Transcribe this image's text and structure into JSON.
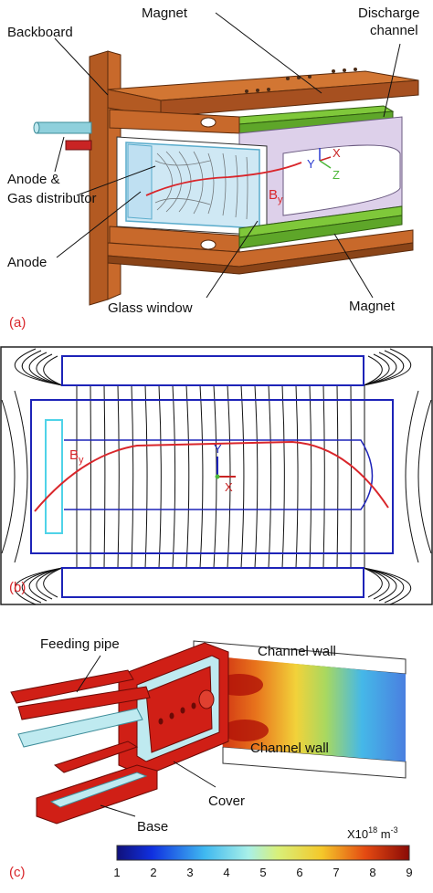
{
  "panel_a": {
    "tag": "(a)",
    "labels": {
      "magnet_top": "Magnet",
      "discharge_1": "Discharge",
      "discharge_2": "channel",
      "backboard": "Backboard",
      "anode_gas_1": "Anode &",
      "anode_gas_2": "Gas distributor",
      "anode": "Anode",
      "glass_window": "Glass window",
      "magnet_bottom": "Magnet",
      "by": "B",
      "by_sub": "y",
      "axis_x": "X",
      "axis_y": "Y",
      "axis_z": "Z"
    }
  },
  "panel_b": {
    "tag": "(b)",
    "by": "B",
    "by_sub": "y",
    "axis_x": "X",
    "axis_y": "Y"
  },
  "panel_c": {
    "tag": "(c)",
    "labels": {
      "feeding_pipe": "Feeding pipe",
      "channel_wall_top": "Channel wall",
      "channel_wall_bottom": "Channel wall",
      "cover": "Cover",
      "base": "Base"
    },
    "colorbar": {
      "unit_prefix": "X10",
      "unit_exp": "18",
      "unit_suffix": " m",
      "unit_exp2": "-3",
      "ticks": [
        "1",
        "2",
        "3",
        "4",
        "5",
        "6",
        "7",
        "8",
        "9"
      ],
      "min": 1,
      "max": 9
    }
  },
  "colors": {
    "copper": "#c8692b",
    "copper_dark": "#8a4418",
    "magnet_green": "#6fbf2a",
    "channel_purple": "#ddd0ea",
    "field_blue": "#1d23b8",
    "by_red": "#d9262b",
    "pipe_cyan": "#7ecad6",
    "part_red": "#d01f16"
  }
}
